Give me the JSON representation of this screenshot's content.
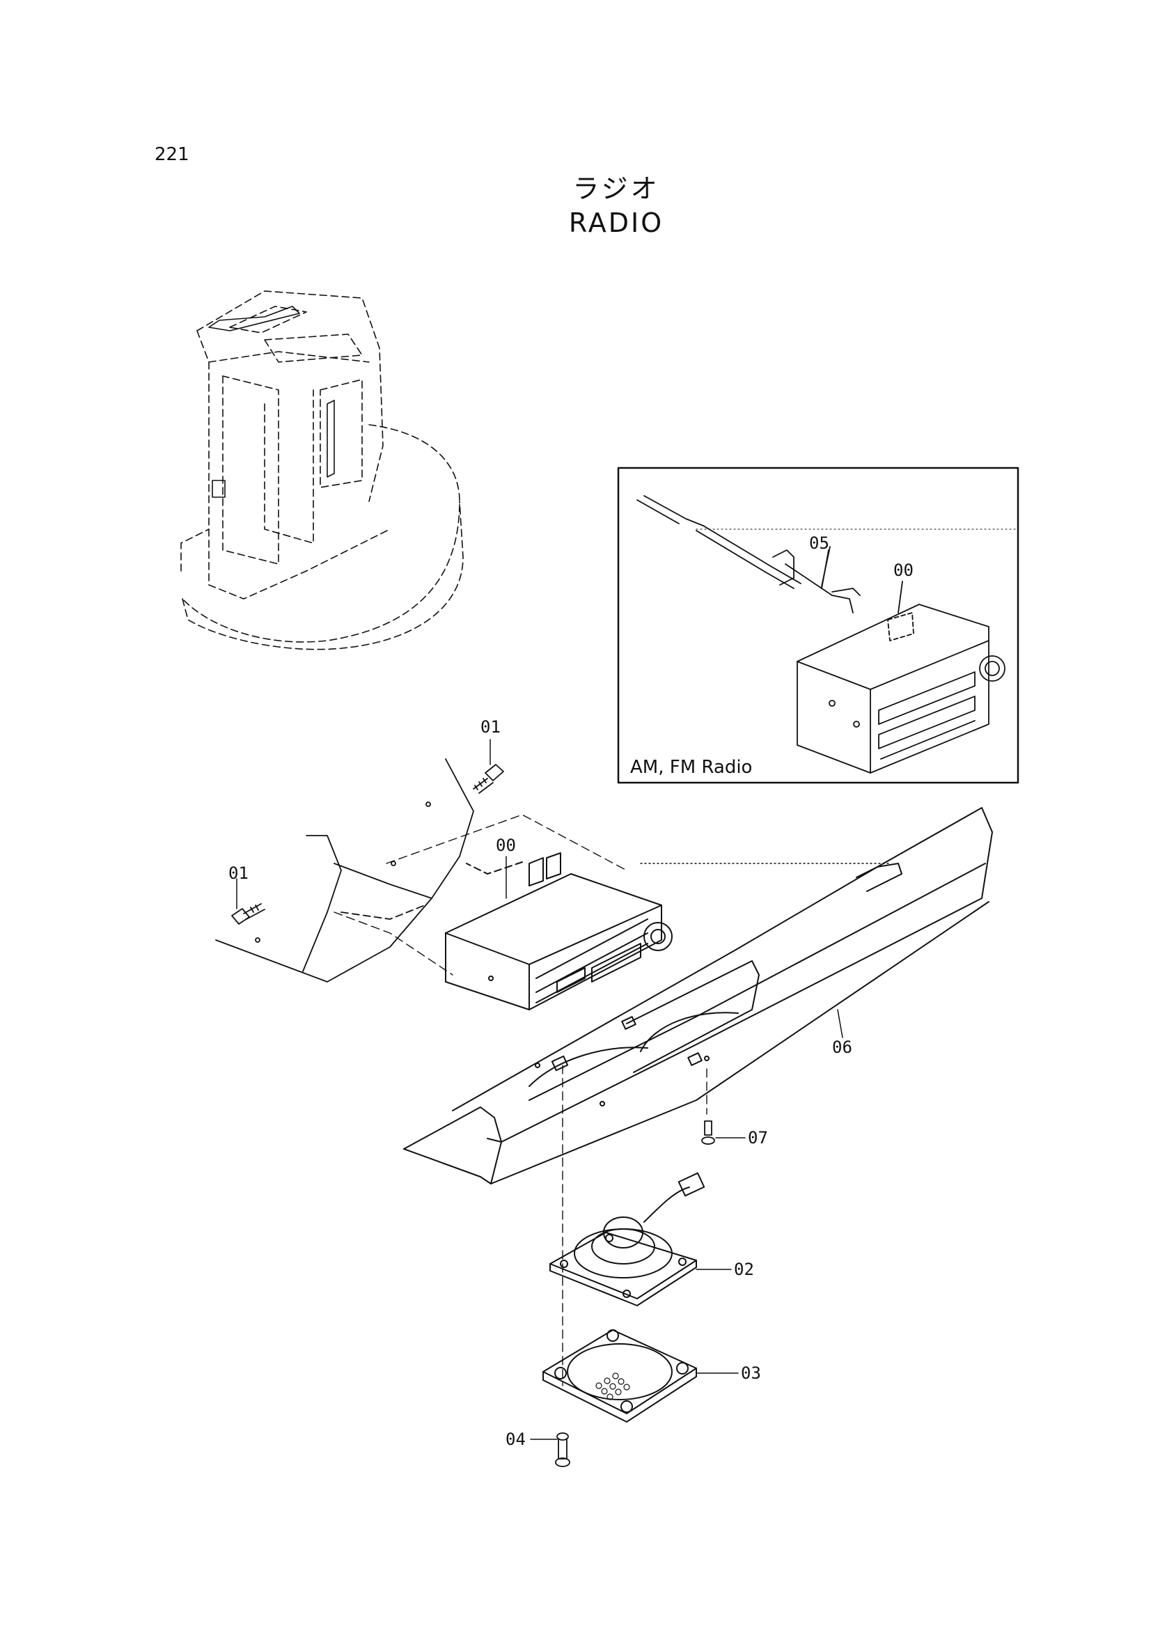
{
  "page": {
    "number": "221",
    "title_japanese": "ラジオ",
    "title_english": "RADIO"
  },
  "inset": {
    "caption": "AM, FM  Radio",
    "callouts": [
      "05",
      "00"
    ]
  },
  "callouts": {
    "screw_upper": "01",
    "screw_left": "01",
    "radio_unit": "00",
    "panel": "06",
    "screw_panel": "07",
    "speaker": "02",
    "speaker_cover": "03",
    "speaker_screw": "04"
  },
  "colors": {
    "line": "#111111",
    "background": "#ffffff"
  }
}
